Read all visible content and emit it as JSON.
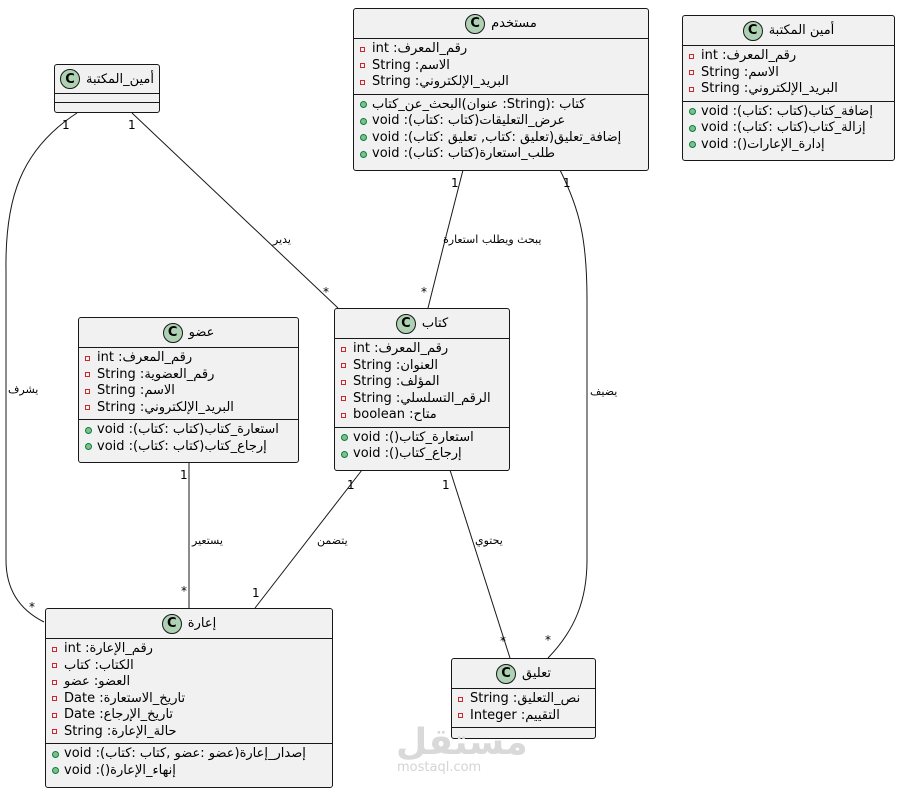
{
  "classes": {
    "user": {
      "name": "مستخدم",
      "attributes": [
        "int :رقم_المعرف",
        "String :الاسم",
        "String :البريد_الإلكتروني"
      ],
      "methods": [
        "البحث_عن_كتاب(عنوان :String): كتاب",
        "void :(كتاب :كتاب)عرض_التعليقات",
        "void :(تعليق :كتاب, تعليق :كتاب)إضافة_تعليق",
        "void :(كتاب :كتاب)طلب_استعارة"
      ]
    },
    "librarian_full": {
      "name": "أمين المكتبة",
      "attributes": [
        "int :رقم_المعرف",
        "String :الاسم",
        "String :البريد_الإلكتروني"
      ],
      "methods": [
        "void :(كتاب :كتاب)إضافة_كتاب",
        "void :(كتاب :كتاب)إزالة_كتاب",
        "void :()إدارة_الإعارات"
      ]
    },
    "librarian_ref": {
      "name": "أمين_المكتبة",
      "attributes": [],
      "methods": []
    },
    "member": {
      "name": "عضو",
      "attributes": [
        "int :رقم_المعرف",
        "String :رقم_العضوية",
        "String :الاسم",
        "String :البريد_الإلكتروني"
      ],
      "methods": [
        "void :(كتاب :كتاب)استعارة_كتاب",
        "void :(كتاب :كتاب)إرجاع_كتاب"
      ]
    },
    "book": {
      "name": "كتاب",
      "attributes": [
        "int :رقم_المعرف",
        "String :العنوان",
        "String :المؤلف",
        "String :الرقم_التسلسلي",
        "boolean :متاح"
      ],
      "methods": [
        "void :()استعارة_كتاب",
        "void :()إرجاع_كتاب"
      ]
    },
    "loan": {
      "name": "إعارة",
      "attributes": [
        "int :رقم_الإعارة",
        "الكتاب: كتاب",
        "العضو: عضو",
        "Date :تاريخ_الاستعارة",
        "Date :تاريخ_الإرجاع",
        "String :حالة_الإعارة"
      ],
      "methods": [
        "void :(عضو :عضو ,كتاب :كتاب)إصدار_إعارة",
        "void :()إنهاء_الإعارة"
      ]
    },
    "comment": {
      "name": "تعليق",
      "attributes": [
        "String :نص_التعليق",
        "Integer :التقييم"
      ],
      "methods": []
    }
  },
  "class_icon_letter": "C",
  "relations": {
    "manages": {
      "label": "يدير",
      "m1": "1",
      "m2": "*"
    },
    "supervises": {
      "label": "يشرف",
      "m1": "1",
      "m2": "*"
    },
    "searches": {
      "label": "يبحث ويطلب استعارة",
      "m1": "1",
      "m2": "*"
    },
    "adds": {
      "label": "يضيف",
      "m1": "1",
      "m2": "*"
    },
    "borrows": {
      "label": "يستعير",
      "m1": "1",
      "m2": "*"
    },
    "includes": {
      "label": "يتضمن",
      "m1": "1",
      "m2": "1"
    },
    "contains": {
      "label": "يحتوي",
      "m1": "1",
      "m2": "*"
    }
  },
  "watermark": {
    "brand": "مستقل",
    "site": "mostaql.com"
  },
  "colors": {
    "class_fill": "#f1f1f1",
    "icon_fill": "#add1b2",
    "border": "#181818",
    "private": "#c82930",
    "public": "#84be84"
  }
}
